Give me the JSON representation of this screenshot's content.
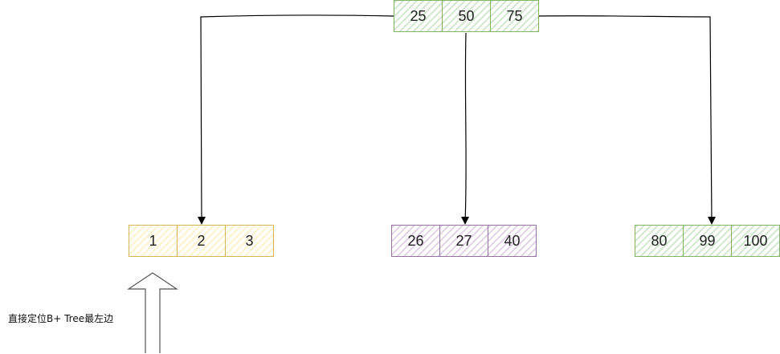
{
  "root": {
    "keys": [
      "25",
      "50",
      "75"
    ],
    "border_color": "#82b366",
    "fill_color": "#d5e8d4"
  },
  "leaves": [
    {
      "keys": [
        "1",
        "2",
        "3"
      ],
      "border_color": "#d6b656",
      "fill_color": "#fff2cc"
    },
    {
      "keys": [
        "26",
        "27",
        "40"
      ],
      "border_color": "#9673a6",
      "fill_color": "#e1d5e7"
    },
    {
      "keys": [
        "80",
        "99",
        "100"
      ],
      "border_color": "#82b366",
      "fill_color": "#d5e8d4"
    }
  ],
  "annotation": {
    "text": "直接定位B+ Tree最左边",
    "arrow_icon": "up-arrow-icon"
  }
}
